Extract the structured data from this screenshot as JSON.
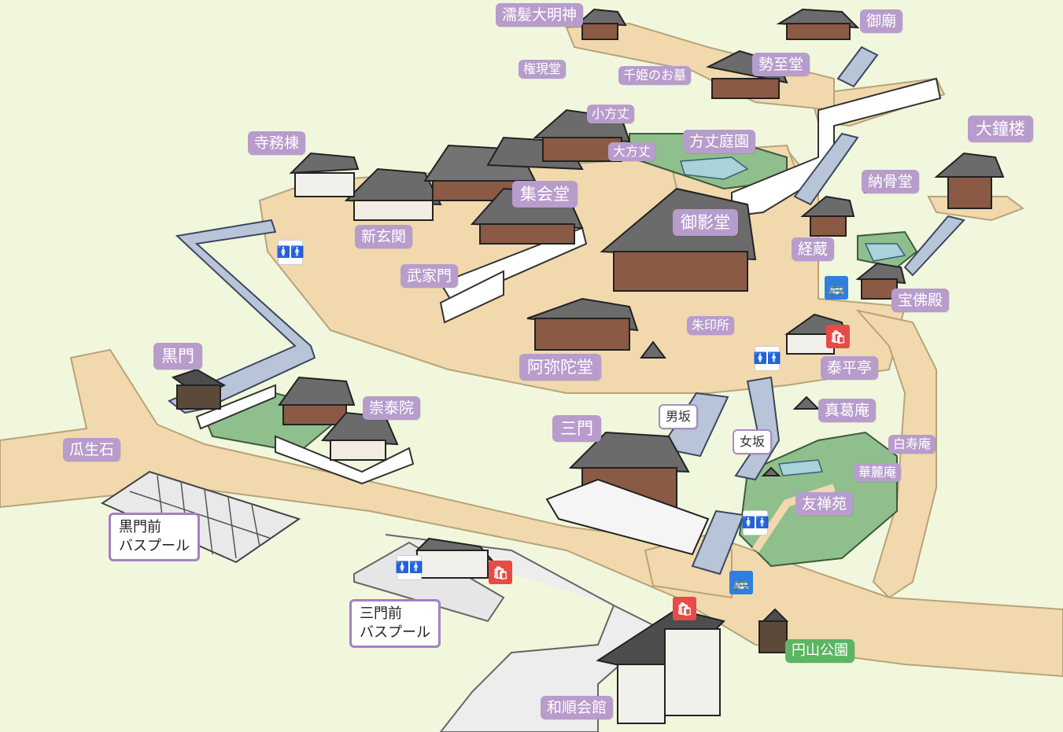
{
  "map": {
    "labels": {
      "nurekami": "濡髪大明神",
      "gobyo": "御廟",
      "gongendo": "権現堂",
      "senhime": "千姫のお墓",
      "seishido": "勢至堂",
      "kohojo": "小方丈",
      "hojoteien": "方丈庭園",
      "ohojo": "大方丈",
      "daishoro": "大鐘楼",
      "jimuto": "寺務棟",
      "shukaido": "集会堂",
      "nokotsudo": "納骨堂",
      "shingenkan": "新玄関",
      "goeido": "御影堂",
      "kyozo": "経蔵",
      "bukemon": "武家門",
      "hobutsuden": "宝佛殿",
      "shuinjo": "朱印所",
      "amidado": "阿弥陀堂",
      "taiheitei": "泰平亭",
      "kuromon": "黒門",
      "sutaiin": "崇泰院",
      "makuzuan": "真葛庵",
      "sanmon": "三門",
      "otokozaka": "男坂",
      "onnazaka": "女坂",
      "hakujuan": "白寿庵",
      "uriuishi": "瓜生石",
      "karoan": "華麓庵",
      "yuzenen": "友禅苑",
      "kuromon_bus_1": "黒門前",
      "kuromon_bus_2": "バスプール",
      "sanmon_bus_1": "三門前",
      "sanmon_bus_2": "バスプール",
      "maruyama": "円山公園",
      "wajun": "和順会館"
    },
    "icons": {
      "bus_glyph": "🚌",
      "shop_glyph": "🛍",
      "wc_male": "🚹",
      "wc_female": "🚺"
    },
    "colors": {
      "background": "#f1f7dc",
      "path": "#f1d9ad",
      "label": "#b89ccc",
      "bus_border": "#a77fc4",
      "garden": "#8fbf8c",
      "park_label": "#5bb562"
    }
  }
}
